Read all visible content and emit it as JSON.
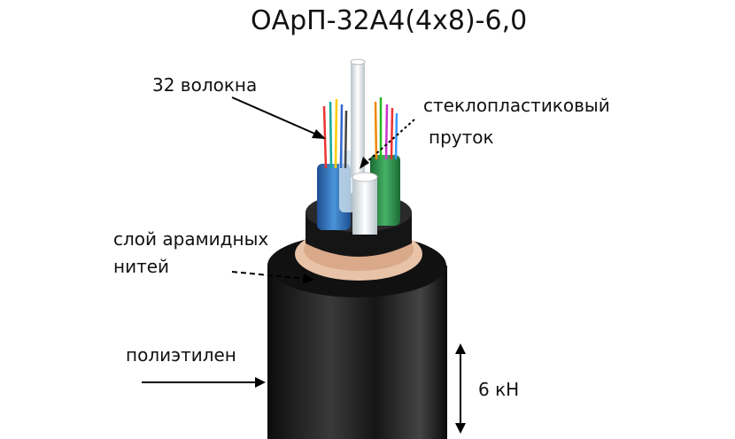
{
  "title": "ОАрП-32А4(4x8)-6,0",
  "labels": {
    "fibers": "32 волокна",
    "rod_line1": "стеклопластиковый",
    "rod_line2": "пруток",
    "aramid_line1": "слой арамидных",
    "aramid_line2": "нитей",
    "jacket": "полиэтилен",
    "tensile": "6 кН"
  },
  "colors": {
    "jacket": "#1c1c1c",
    "aramid": "#e8c3a8",
    "tube_blue": "#2a6fb8",
    "tube_green": "#2f9a4e",
    "rod": "#e6eef2"
  }
}
